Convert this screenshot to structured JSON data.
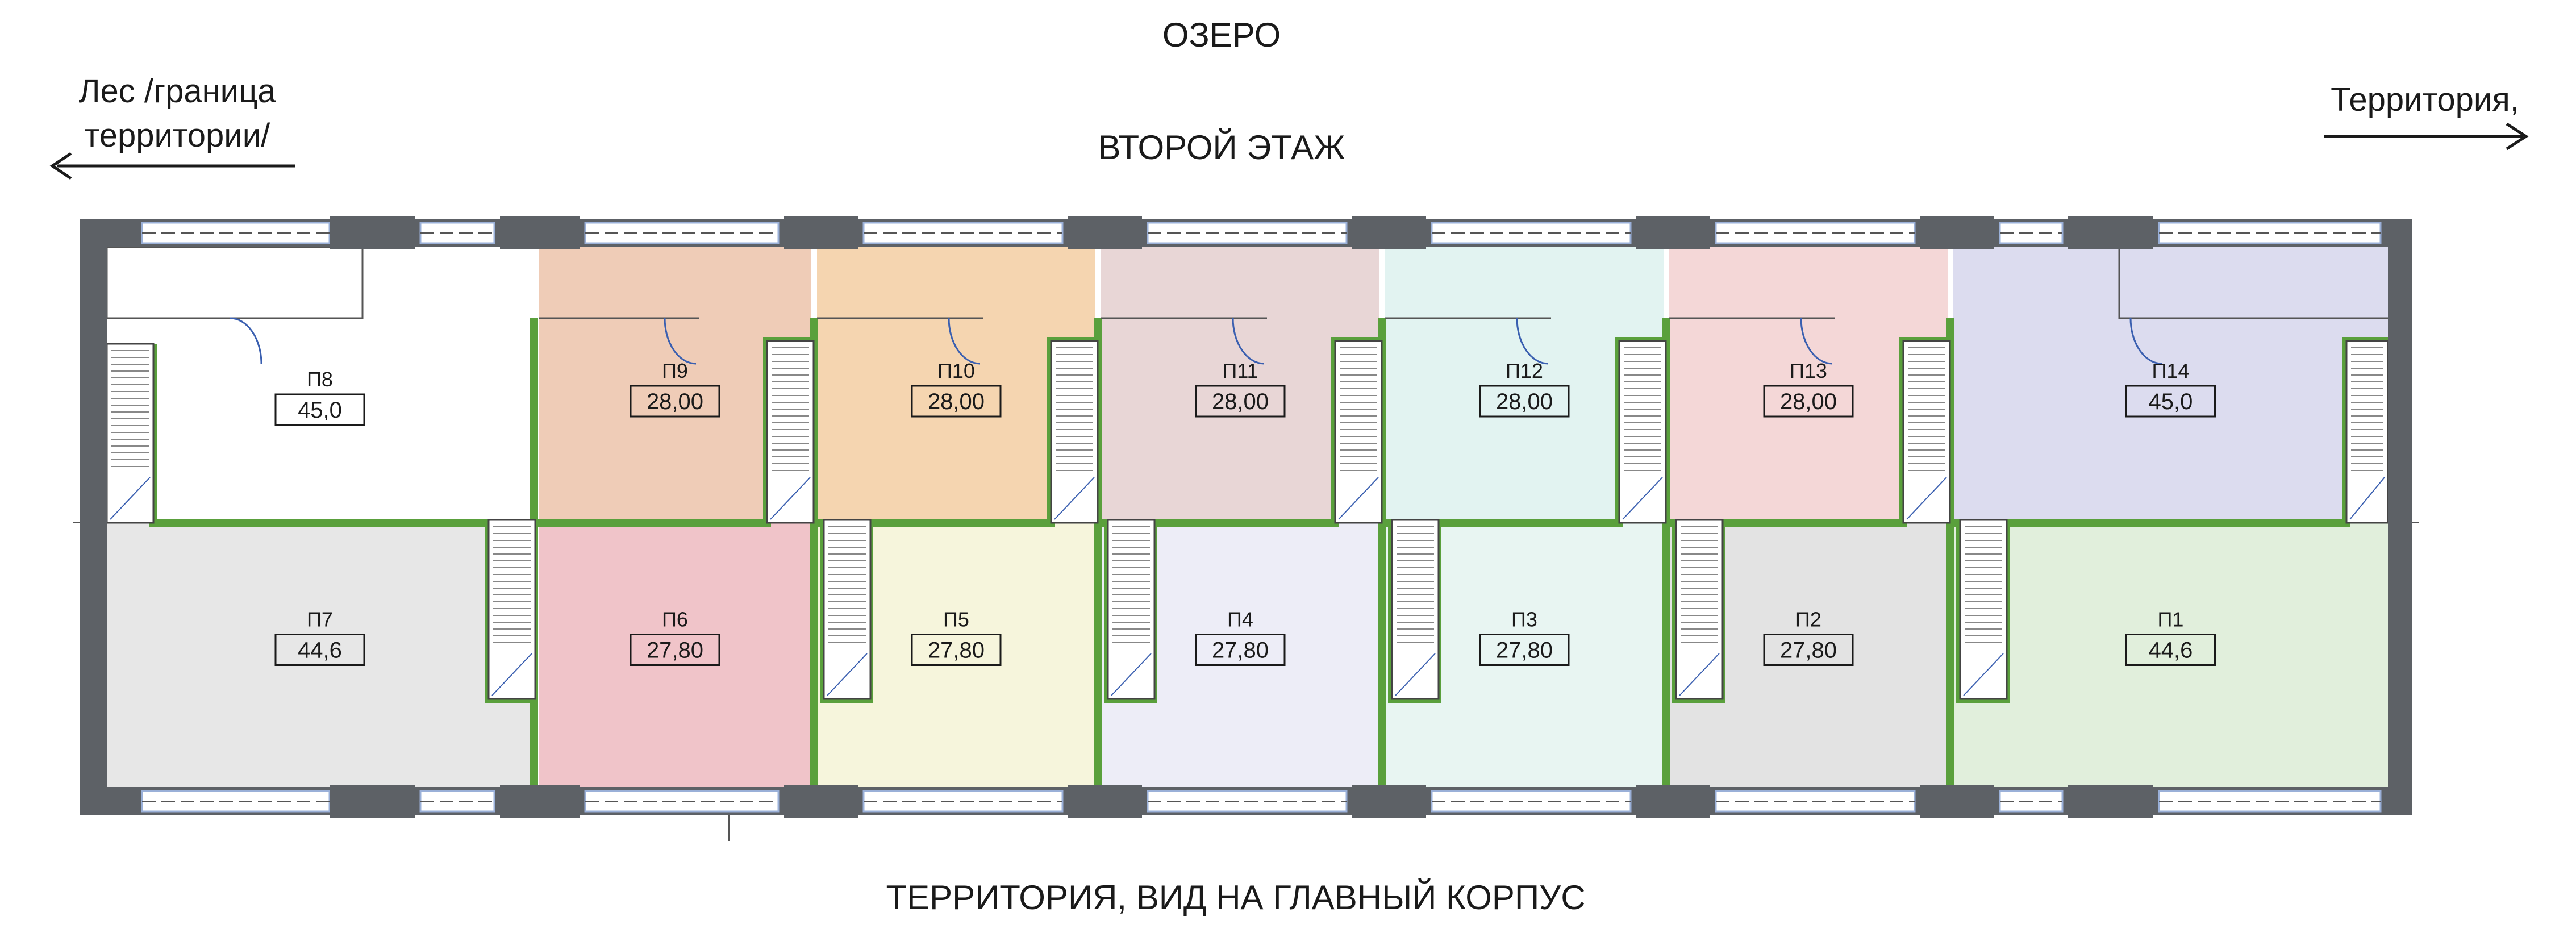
{
  "labels": {
    "top": "ОЗЕРО",
    "floor": "ВТОРОЙ ЭТАЖ",
    "bottom": "ТЕРРИТОРИЯ, ВИД НА ГЛАВНЫЙ КОРПУС",
    "left_line1": "Лес /граница",
    "left_line2": "территории/",
    "right": "Территория,"
  },
  "colors": {
    "wall": "#5d6166",
    "green_partition": "#5aa03c",
    "window": "#9ab0d8"
  },
  "rooms": [
    {
      "id": "p8",
      "name": "П8",
      "area": "45,0",
      "color": "#ffffff"
    },
    {
      "id": "p9",
      "name": "П9",
      "area": "28,00",
      "color": "#efccb7"
    },
    {
      "id": "p10",
      "name": "П10",
      "area": "28,00",
      "color": "#f5d5b0"
    },
    {
      "id": "p11",
      "name": "П11",
      "area": "28,00",
      "color": "#e8d6d6"
    },
    {
      "id": "p12",
      "name": "П12",
      "area": "28,00",
      "color": "#e2f3f1"
    },
    {
      "id": "p13",
      "name": "П13",
      "area": "28,00",
      "color": "#f4d7d7"
    },
    {
      "id": "p14",
      "name": "П14",
      "area": "45,0",
      "color": "#dcdcef"
    },
    {
      "id": "p7",
      "name": "П7",
      "area": "44,6",
      "color": "#e7e7e7"
    },
    {
      "id": "p6",
      "name": "П6",
      "area": "27,80",
      "color": "#f0c4c9"
    },
    {
      "id": "p5",
      "name": "П5",
      "area": "27,80",
      "color": "#f6f5dc"
    },
    {
      "id": "p4",
      "name": "П4",
      "area": "27,80",
      "color": "#ededf7"
    },
    {
      "id": "p3",
      "name": "П3",
      "area": "27,80",
      "color": "#e8f5f2"
    },
    {
      "id": "p2",
      "name": "П2",
      "area": "27,80",
      "color": "#e3e3e3"
    },
    {
      "id": "p1",
      "name": "П1",
      "area": "44,6",
      "color": "#e1efdc"
    }
  ]
}
